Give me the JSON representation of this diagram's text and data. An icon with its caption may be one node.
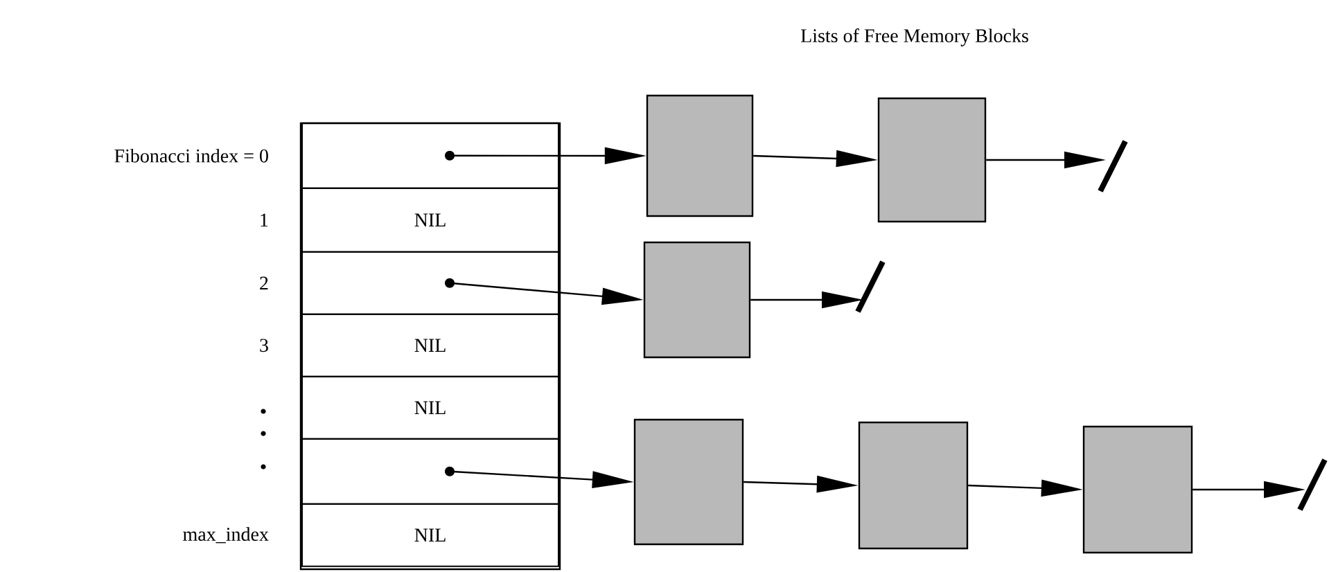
{
  "diagram": {
    "title": "Lists of Free Memory Blocks",
    "nodes": [
      {
        "text": [],
        "shape": "box"
      },
      {
        "text": [],
        "shape": "box",
        "in": 0,
        "beside": [
          "Fibonacci index = 0"
        ]
      },
      {
        "text": [
          "NIL"
        ],
        "in": 0,
        "beside": [
          "1"
        ]
      },
      {
        "text": [],
        "shape": "box",
        "in": 0,
        "beside": [
          "2"
        ]
      },
      {
        "text": [
          "NIL"
        ],
        "in": 0,
        "beside": [
          "3"
        ]
      },
      {
        "text": [
          "NIL"
        ],
        "in": 0
      },
      {
        "text": [],
        "shape": "box",
        "in": 0
      },
      {
        "text": [
          "NIL"
        ],
        "in": 0,
        "beside": [
          "max_index"
        ]
      },
      {
        "text": [],
        "shape": "box"
      },
      {
        "text": [],
        "shape": "box"
      },
      {
        "text": [],
        "shape": "box"
      },
      {
        "text": [],
        "shape": "box"
      },
      {
        "text": [],
        "shape": "box"
      },
      {
        "text": [],
        "shape": "box"
      }
    ],
    "edges": [
      {
        "from": 1,
        "to": 8,
        "arrow": "to"
      },
      {
        "from": 8,
        "to": 9,
        "arrow": "to"
      },
      {
        "from": 9,
        "to": null,
        "arrow": "to"
      },
      {
        "from": 3,
        "to": 10,
        "arrow": "to"
      },
      {
        "from": 10,
        "to": null,
        "arrow": "to"
      },
      {
        "from": 6,
        "to": 11,
        "arrow": "to"
      },
      {
        "from": 11,
        "to": 12,
        "arrow": "to"
      },
      {
        "from": 12,
        "to": 13,
        "arrow": "to"
      },
      {
        "from": 13,
        "to": null,
        "arrow": "to"
      }
    ]
  }
}
